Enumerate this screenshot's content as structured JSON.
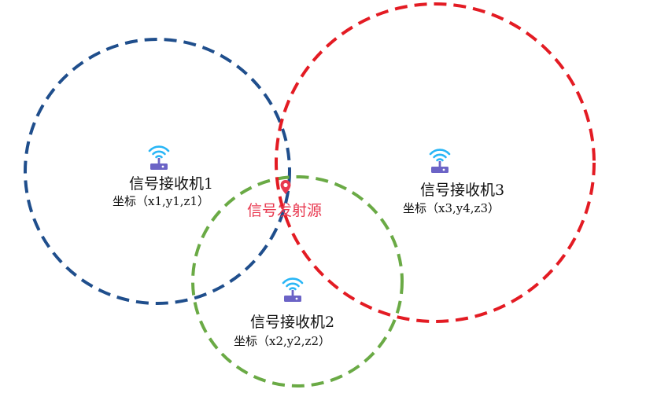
{
  "receivers": [
    {
      "name": "信号接收机1",
      "coords": "坐标（x1,y1,z1）",
      "color": "#1f4e8c"
    },
    {
      "name": "信号接收机2",
      "coords": "坐标（x2,y2,z2）",
      "color": "#6aaa45"
    },
    {
      "name": "信号接收机3",
      "coords": "坐标（x3,y4,z3）",
      "color": "#e31b23"
    }
  ],
  "source": {
    "name": "信号发射源",
    "color": "#e8384f"
  },
  "icon_color": "#6b63c6"
}
